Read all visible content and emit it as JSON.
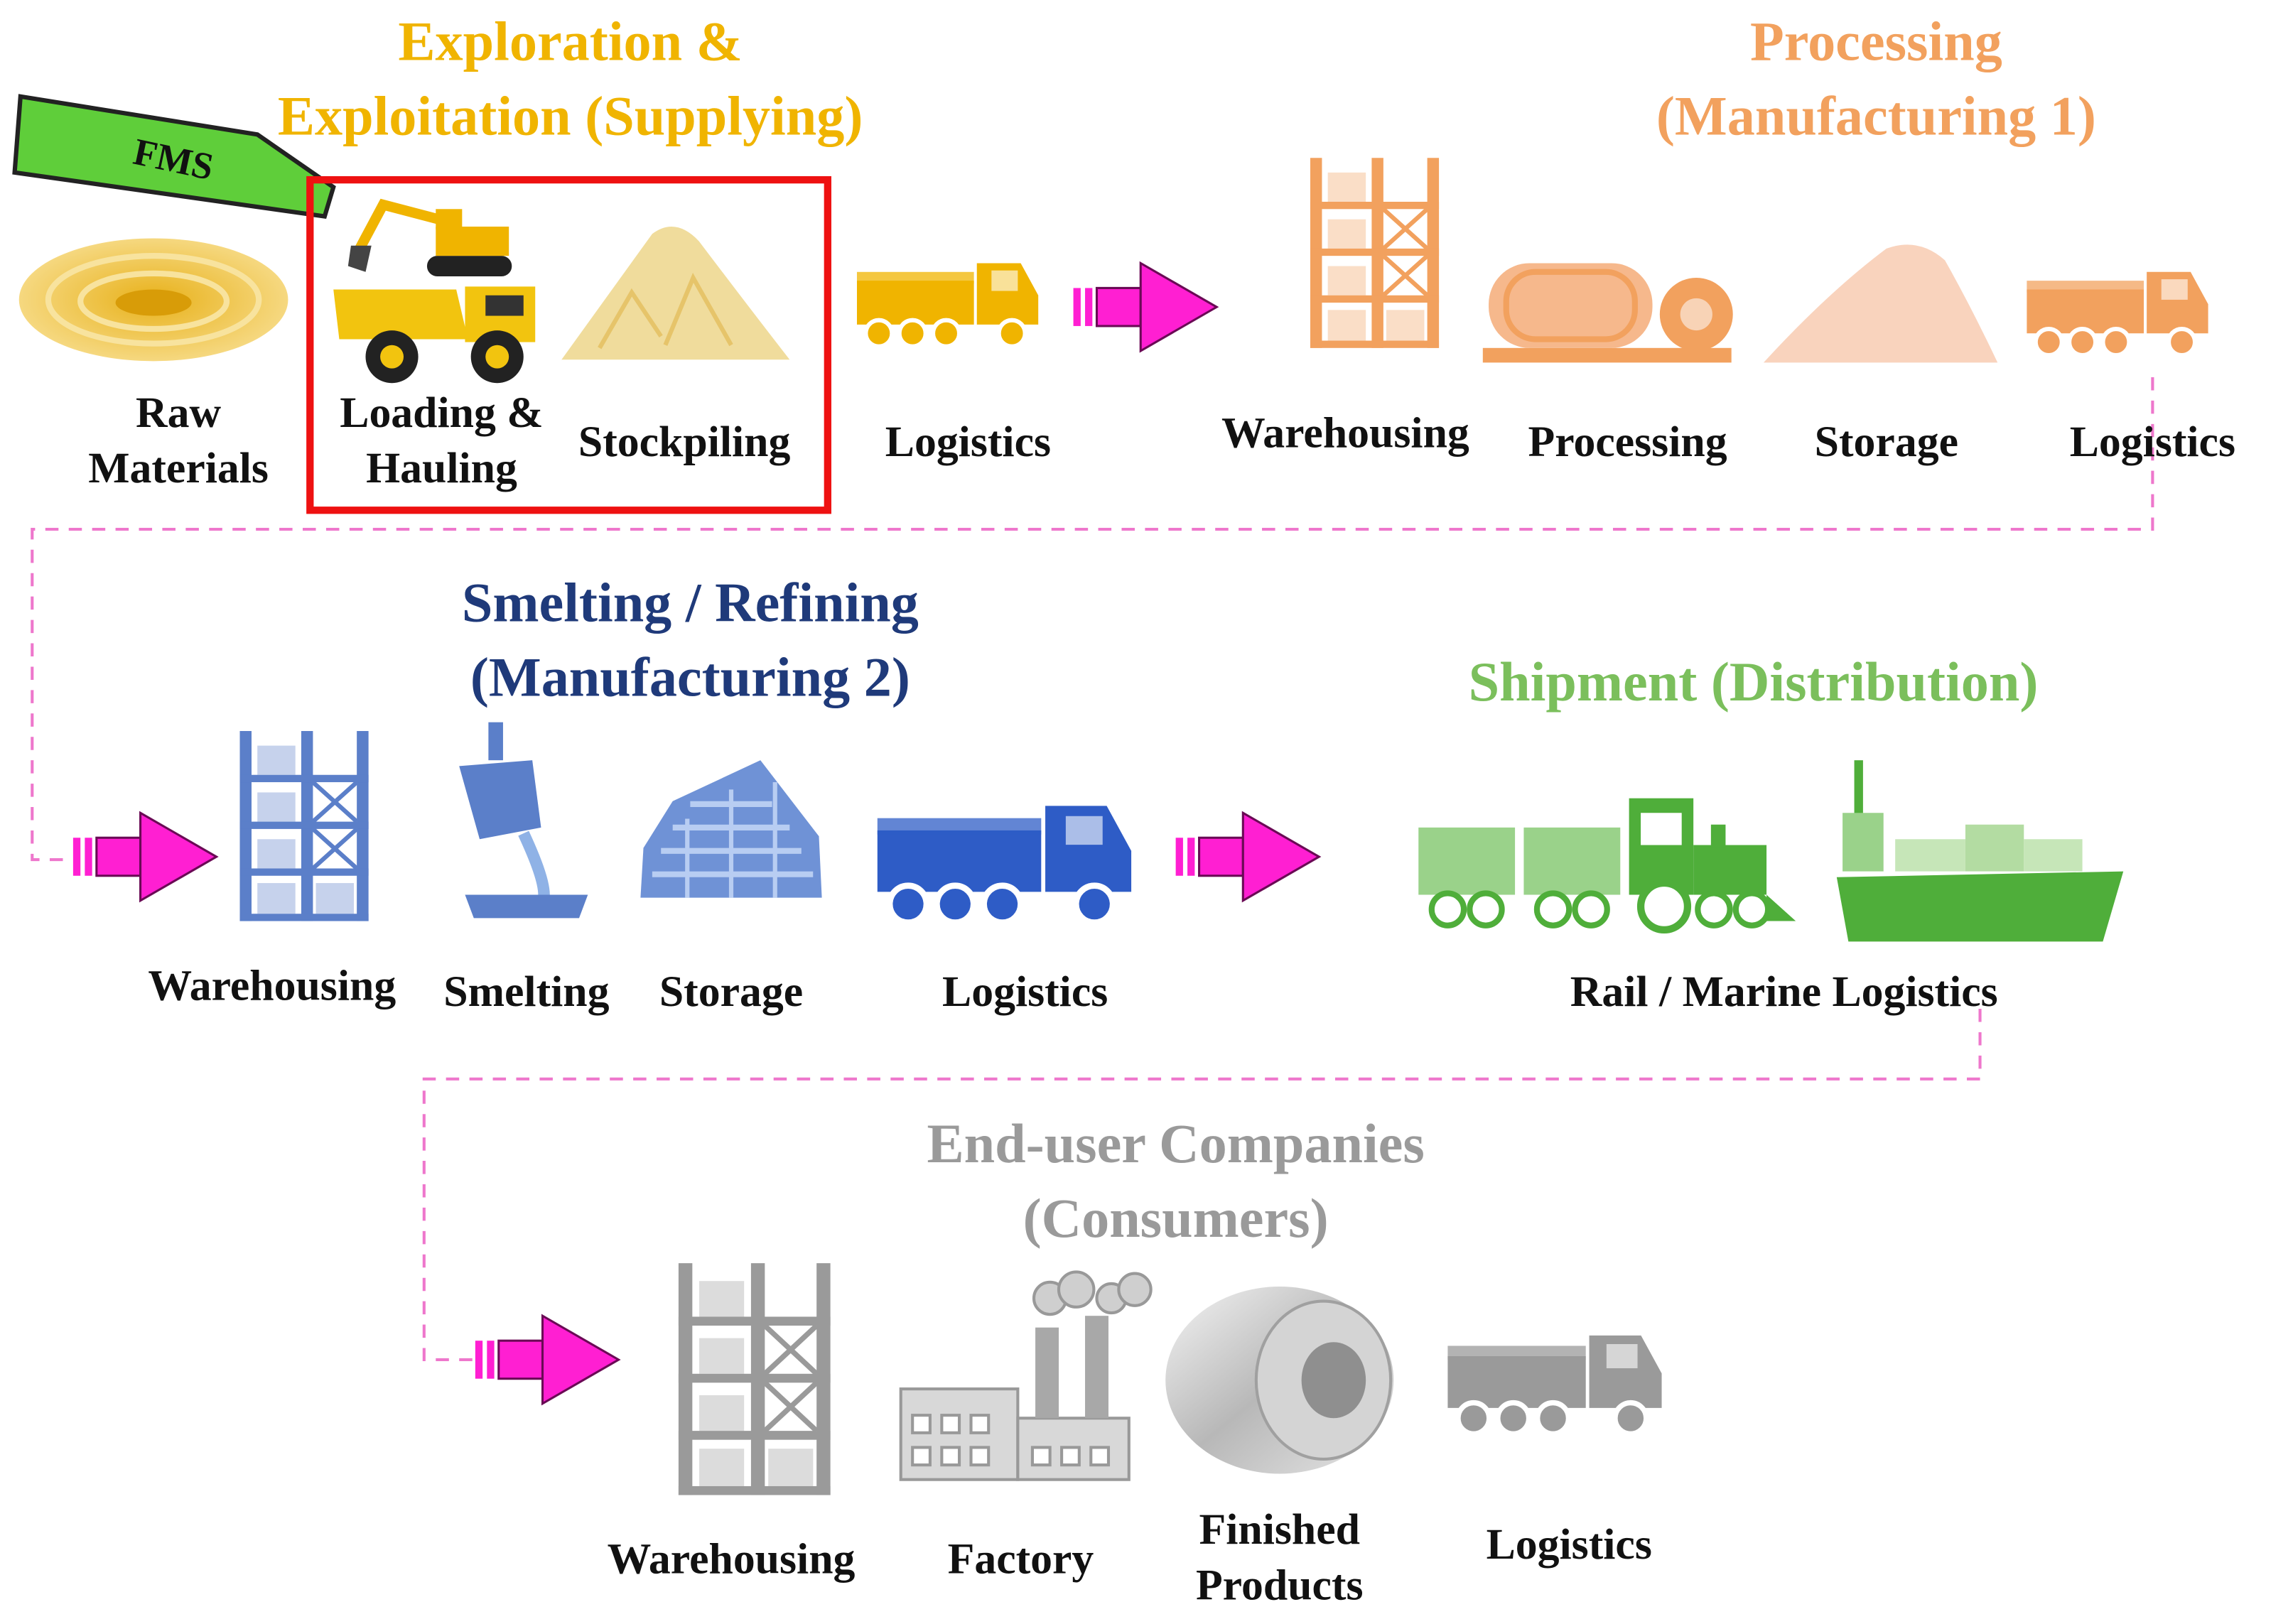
{
  "colors": {
    "supplying": "#f0b400",
    "processing": "#f2a15e",
    "smelting": "#1f3a7a",
    "shipment": "#7bbf5c",
    "consumers": "#9a9a9a",
    "arrow": "#ff1fd2",
    "highlight_box": "#ee1111",
    "fms_tag": "#5fce3a",
    "dashed_connector": "#ee77cc"
  },
  "stages": {
    "supplying": {
      "title_line1": "Exploration &",
      "title_line2": "Exploitation (Supplying)",
      "fms_label": "FMS",
      "items": {
        "raw_line1": "Raw",
        "raw_line2": "Materials",
        "loading_line1": "Loading &",
        "loading_line2": "Hauling",
        "stockpiling": "Stockpiling",
        "logistics": "Logistics"
      }
    },
    "processing": {
      "title_line1": "Processing",
      "title_line2": "(Manufacturing 1)",
      "items": {
        "warehousing": "Warehousing",
        "processing": "Processing",
        "storage": "Storage",
        "logistics": "Logistics"
      }
    },
    "smelting": {
      "title_line1": "Smelting / Refining",
      "title_line2": "(Manufacturing 2)",
      "items": {
        "warehousing": "Warehousing",
        "smelting": "Smelting",
        "storage": "Storage",
        "logistics": "Logistics"
      }
    },
    "shipment": {
      "title": "Shipment (Distribution)",
      "items": {
        "rail_marine": "Rail / Marine Logistics"
      }
    },
    "consumers": {
      "title_line1": "End-user Companies",
      "title_line2": "(Consumers)",
      "items": {
        "warehousing": "Warehousing",
        "factory": "Factory",
        "finished_line1": "Finished",
        "finished_line2": "Products",
        "logistics": "Logistics"
      }
    }
  },
  "icons": [
    "open-pit-icon",
    "excavator-icon",
    "haul-truck-icon",
    "ore-pile-icon",
    "truck-icon",
    "warehouse-rack-icon",
    "ball-mill-icon",
    "powder-pile-icon",
    "train-icon",
    "ship-icon",
    "ladle-icon",
    "ingot-stack-icon",
    "factory-icon",
    "steel-coil-icon",
    "arrow-icon"
  ]
}
